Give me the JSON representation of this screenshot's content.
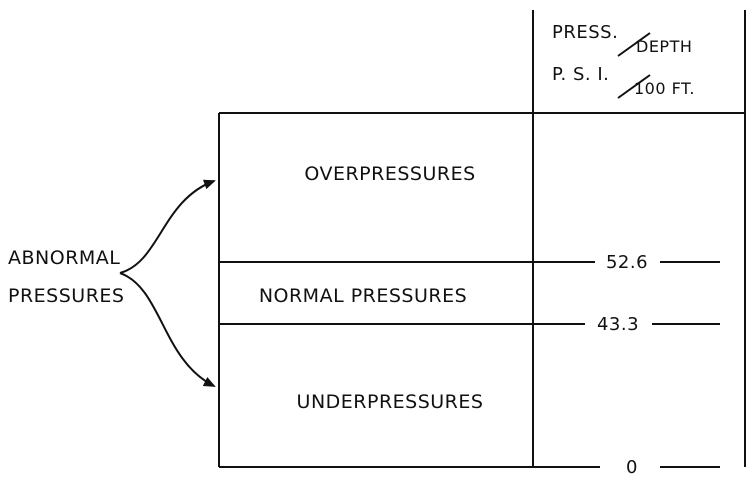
{
  "header": {
    "line1_left": "PRESS.",
    "line1_right": "DEPTH",
    "line2_left": "P. S. I.",
    "line2_right": "100  FT."
  },
  "zones": {
    "over": "OVERPRESSURES",
    "normal": "NORMAL  PRESSURES",
    "under": "UNDERPRESSURES"
  },
  "abnormal": {
    "line1": "ABNORMAL",
    "line2": "PRESSURES"
  },
  "boundaries": {
    "upper": "52.6",
    "lower": "43.3",
    "bottom": "0"
  },
  "colors": {
    "ink": "#111111",
    "background": "#ffffff"
  }
}
